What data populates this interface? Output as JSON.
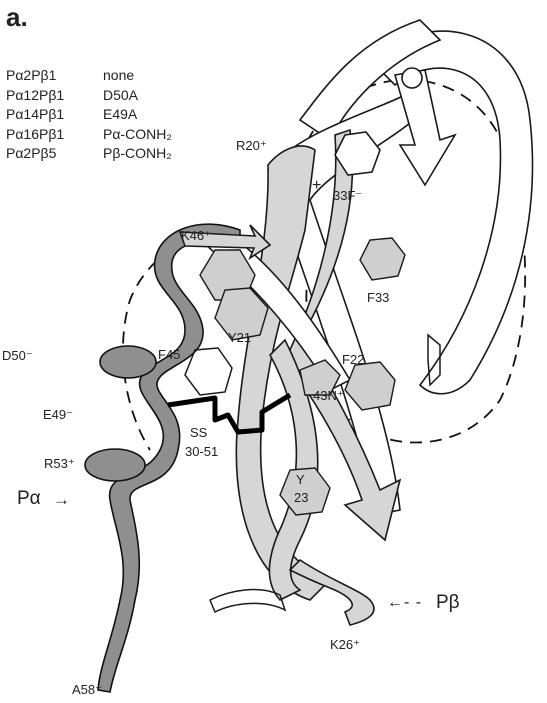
{
  "panel_label": "a.",
  "legend": [
    {
      "variant": "Pα2Pβ1",
      "mutation": "none"
    },
    {
      "variant": "Pα12Pβ1",
      "mutation": "D50A"
    },
    {
      "variant": "Pα14Pβ1",
      "mutation": "E49A"
    },
    {
      "variant": "Pα16Pβ1",
      "mutation": "Pα-CONH₂"
    },
    {
      "variant": "Pα2Pβ5",
      "mutation": "Pβ-CONH₂"
    }
  ],
  "labels": {
    "r20": "R20⁺",
    "f33_minus": "33F⁻",
    "k46": "K46⁺",
    "f33": "F33",
    "y21": "Y21",
    "f22": "F22",
    "f45": "F45",
    "d50": "D50⁻",
    "n43": "43N⁺",
    "e49": "E49⁻",
    "ss": "SS",
    "ss_range": "30-51",
    "y23_y": "Y",
    "y23_num": "23",
    "r53": "R53⁺",
    "p_alpha": "Pα",
    "p_beta": "Pβ",
    "k26": "K26⁺",
    "a58": "A58⁻",
    "plus_sign": "+"
  },
  "colors": {
    "ribbon_light": "#d6d6d6",
    "ribbon_dark": "#8f8f8f",
    "outline": "#1a1a1a"
  }
}
